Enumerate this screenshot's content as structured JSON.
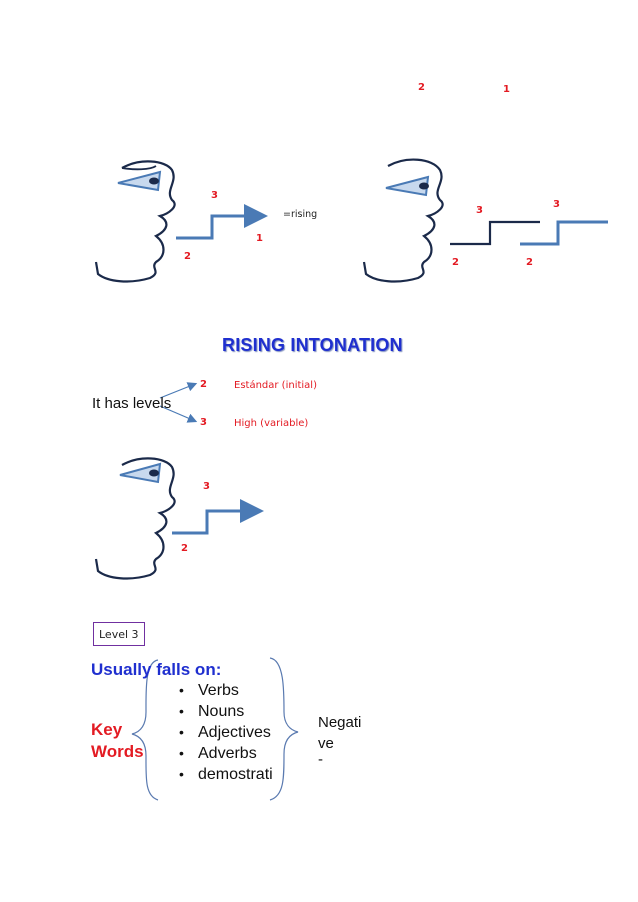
{
  "top_labels": {
    "a": "2",
    "b": "1"
  },
  "diagram1": {
    "level_high": "3",
    "level_low_right": "1",
    "level_low_left": "2",
    "arrow_label": "=rising"
  },
  "diagram2": {
    "level_high_left": "3",
    "level_high_right": "3",
    "level_low_left": "2",
    "level_low_right": "2"
  },
  "title": "RISING INTONATION",
  "levels": {
    "lead": "It has levels",
    "items": [
      {
        "num": "2",
        "desc": "Estándar (initial)"
      },
      {
        "num": "3",
        "desc": "High (variable)"
      }
    ]
  },
  "diagram3": {
    "level_high": "3",
    "level_low": "2"
  },
  "level_box": "Level 3",
  "falls_on": {
    "heading": "Usually falls on:",
    "key_line1": "Key",
    "key_line2": "Words",
    "words": [
      "Verbs",
      "Nouns",
      "Adjectives",
      "Adverbs",
      "demostrati"
    ],
    "right_line1": "Negati",
    "right_line2": "ve",
    "right_line3": "-"
  },
  "colors": {
    "red": "#e31b23",
    "blue_title": "#1f2fcf",
    "steel": "#4a7ab5",
    "box_border": "#7030a0"
  }
}
